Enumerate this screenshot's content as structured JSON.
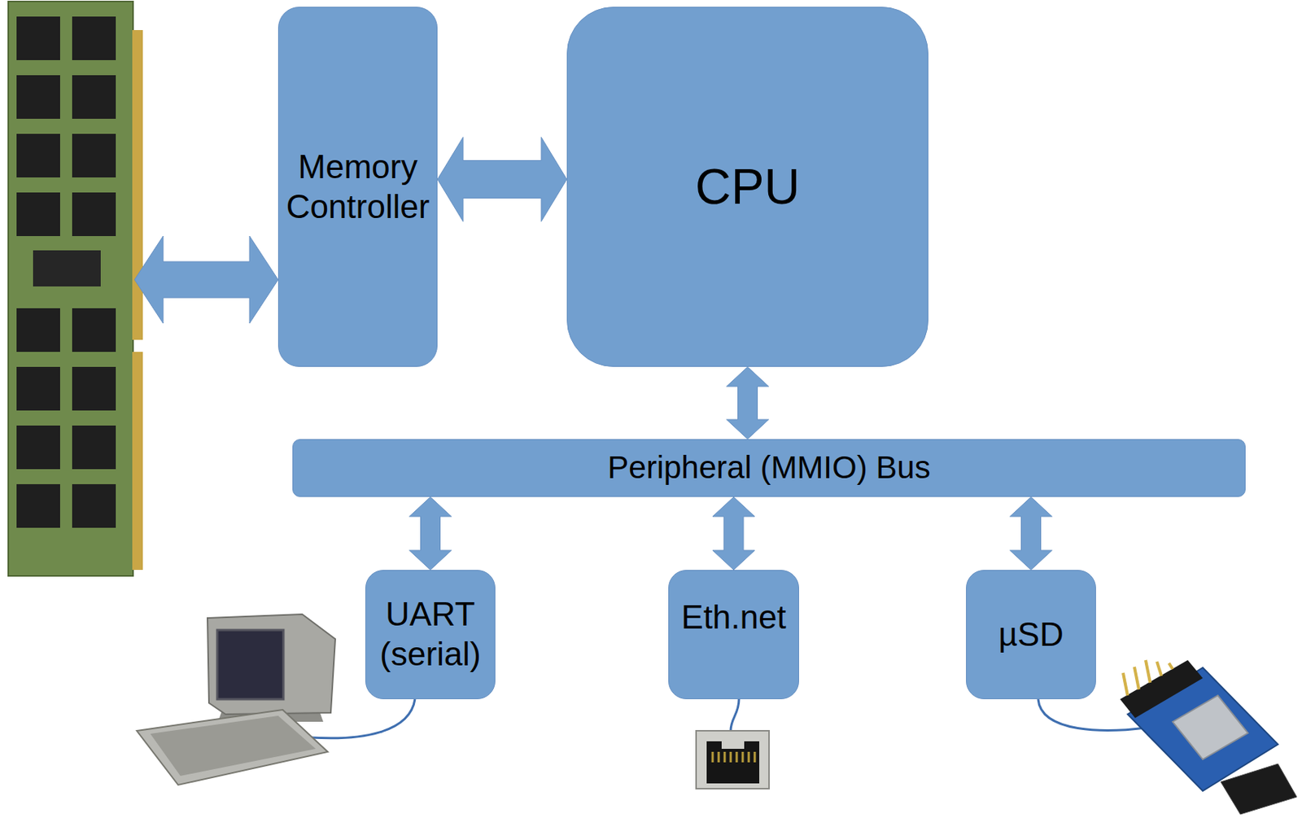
{
  "diagram": {
    "nodes": [
      {
        "text": [
          "Memory Controller"
        ]
      },
      {
        "text": [
          "CPU"
        ]
      },
      {
        "text": [
          "Peripheral (MMIO) Bus"
        ]
      },
      {
        "text": [
          "UART (serial)"
        ]
      },
      {
        "text": [
          "Eth.net"
        ]
      },
      {
        "text": [
          "µSD"
        ]
      }
    ],
    "edges": [
      {
        "from": 0,
        "to": 1,
        "arrow": "both"
      },
      {
        "from": 1,
        "to": 2,
        "arrow": "both"
      },
      {
        "from": 2,
        "to": 3,
        "arrow": "both"
      },
      {
        "from": 2,
        "to": 4,
        "arrow": "both"
      },
      {
        "from": 2,
        "to": 5,
        "arrow": "both"
      }
    ]
  }
}
